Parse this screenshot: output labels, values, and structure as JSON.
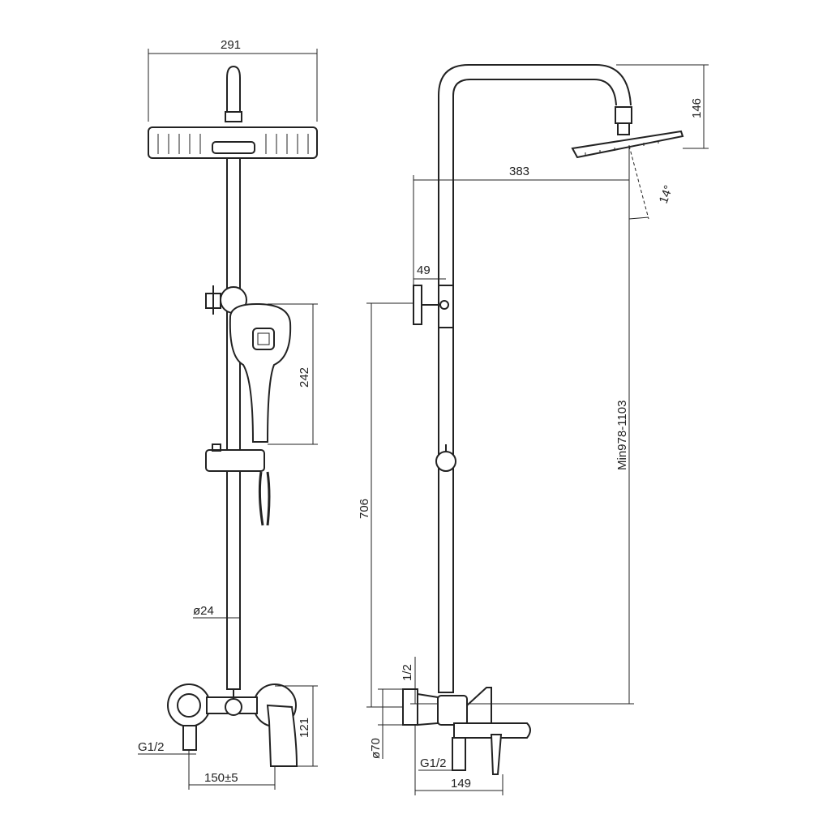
{
  "dimensions": {
    "front_width": "291",
    "hand_shower_height": "242",
    "rail_diameter": "ø24",
    "thread_left": "G1/2",
    "centers": "150±5",
    "mixer_height": "121",
    "arm_reach": "383",
    "head_height": "146",
    "tilt": "14°",
    "bracket_depth": "49",
    "total_height": "Min978-1103",
    "bracket_height": "706",
    "eccentric": "1/2",
    "escutcheon": "ø70",
    "thread_right": "G1/2",
    "mixer_depth": "149"
  }
}
